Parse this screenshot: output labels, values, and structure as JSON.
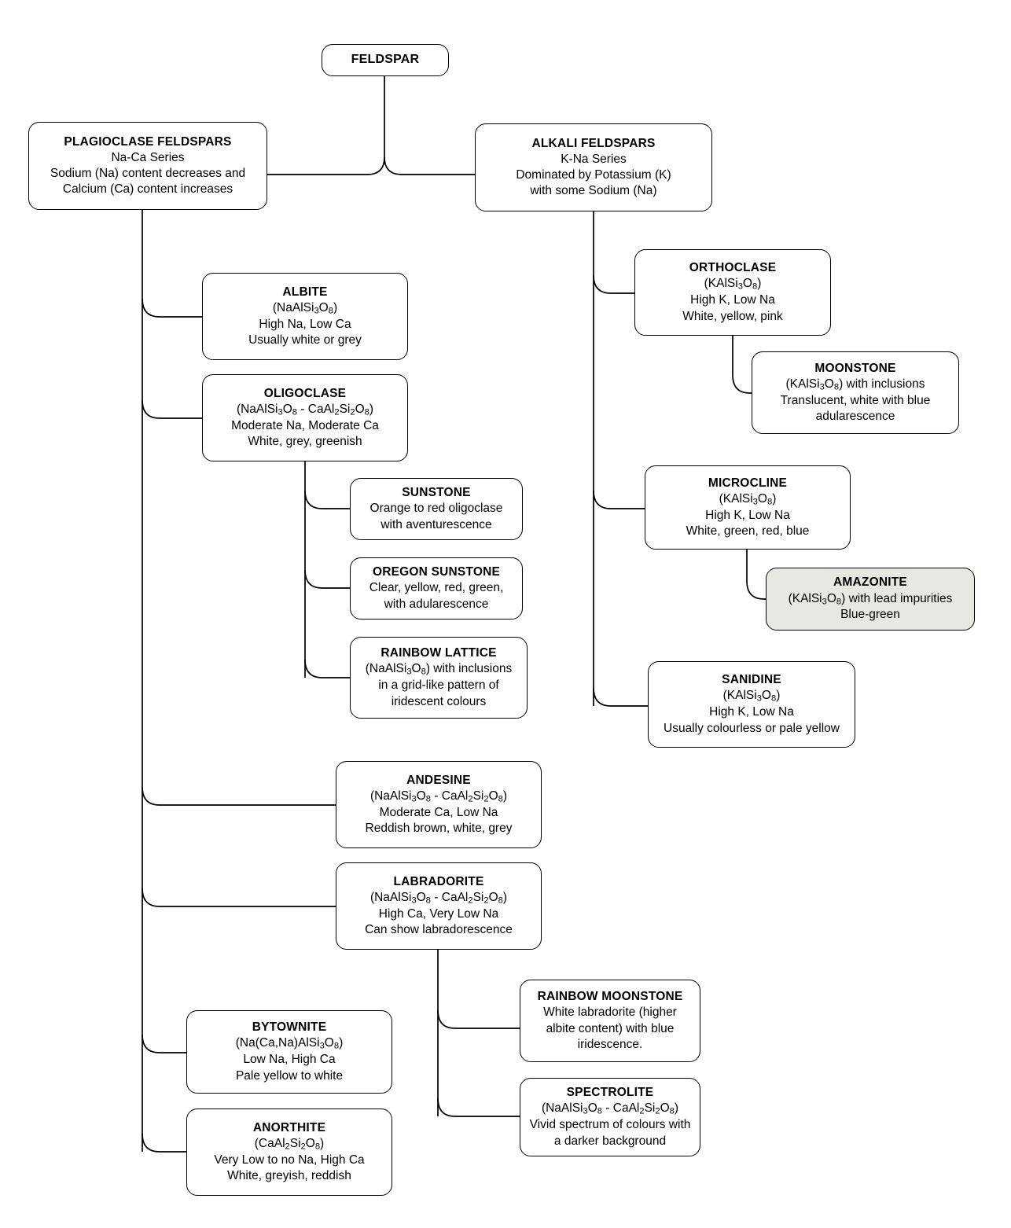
{
  "diagram": {
    "title": "Feldspar classification chart",
    "accent_shaded_fill": "#e9e7e1",
    "line_color": "#000000"
  },
  "nodes": {
    "feldspar": {
      "title": "FELDSPAR",
      "lines": []
    },
    "plagioclase": {
      "title": "PLAGIOCLASE FELDSPARS",
      "lines": [
        "Na-Ca Series",
        "Sodium (Na) content decreases and",
        "Calcium (Ca) content increases"
      ]
    },
    "alkali": {
      "title": "ALKALI FELDSPARS",
      "lines": [
        "K-Na Series",
        "Dominated by Potassium (K)",
        "with some Sodium (Na)"
      ]
    },
    "albite": {
      "title": "ALBITE",
      "formula": "(NaAlSi<sub>3</sub>O<sub>8</sub>)",
      "lines": [
        "High Na, Low Ca",
        "Usually white or grey"
      ]
    },
    "oligoclase": {
      "title": "OLIGOCLASE",
      "formula": "(NaAlSi<sub>3</sub>O<sub>8</sub> - CaAl<sub>2</sub>Si<sub>2</sub>O<sub>8</sub>)",
      "lines": [
        "Moderate Na, Moderate Ca",
        "White, grey, greenish"
      ]
    },
    "sunstone": {
      "title": "SUNSTONE",
      "lines": [
        "Orange to red oligoclase",
        "with aventurescence"
      ]
    },
    "oregon_sunstone": {
      "title": "OREGON SUNSTONE",
      "lines": [
        "Clear, yellow, red, green,",
        "with adularescence"
      ]
    },
    "rainbow_lattice": {
      "title": "RAINBOW LATTICE",
      "formula": "(NaAlSi<sub>3</sub>O<sub>8</sub>) with inclusions",
      "lines": [
        "in a grid-like pattern of",
        "iridescent colours"
      ]
    },
    "andesine": {
      "title": "ANDESINE",
      "formula": "(NaAlSi<sub>3</sub>O<sub>8</sub> - CaAl<sub>2</sub>Si<sub>2</sub>O<sub>8</sub>)",
      "lines": [
        "Moderate Ca, Low Na",
        "Reddish brown, white, grey"
      ]
    },
    "labradorite": {
      "title": "LABRADORITE",
      "formula": "(NaAlSi<sub>3</sub>O<sub>8</sub> - CaAl<sub>2</sub>Si<sub>2</sub>O<sub>8</sub>)",
      "lines": [
        "High Ca, Very Low Na",
        "Can show labradorescence"
      ]
    },
    "rainbow_moonstone": {
      "title": "RAINBOW MOONSTONE",
      "lines": [
        "White labradorite (higher",
        "albite content) with blue",
        "iridescence."
      ]
    },
    "spectrolite": {
      "title": "SPECTROLITE",
      "formula": "(NaAlSi<sub>3</sub>O<sub>8</sub> - CaAl<sub>2</sub>Si<sub>2</sub>O<sub>8</sub>)",
      "lines": [
        "Vivid spectrum of colours with",
        "a darker background"
      ]
    },
    "bytownite": {
      "title": "BYTOWNITE",
      "formula": "(Na(Ca,Na)AlSi<sub>3</sub>O<sub>8</sub>)",
      "lines": [
        "Low Na, High Ca",
        "Pale yellow to white"
      ]
    },
    "anorthite": {
      "title": "ANORTHITE",
      "formula": "(CaAl<sub>2</sub>Si<sub>2</sub>O<sub>8</sub>)",
      "lines": [
        "Very Low to no Na, High Ca",
        "White, greyish, reddish"
      ]
    },
    "orthoclase": {
      "title": "ORTHOCLASE",
      "formula": "(KAlSi<sub>3</sub>O<sub>8</sub>)",
      "lines": [
        "High K, Low Na",
        "White, yellow, pink"
      ]
    },
    "moonstone": {
      "title": "MOONSTONE",
      "formula": "(KAlSi<sub>3</sub>O<sub>8</sub>) with inclusions",
      "lines": [
        "Translucent, white with blue",
        "adularescence"
      ]
    },
    "microcline": {
      "title": "MICROCLINE",
      "formula": "(KAlSi<sub>3</sub>O<sub>8</sub>)",
      "lines": [
        "High K, Low Na",
        "White, green, red, blue"
      ]
    },
    "amazonite": {
      "title": "AMAZONITE",
      "formula": "(KAlSi<sub>3</sub>O<sub>8</sub>) with lead impurities",
      "lines": [
        "Blue-green"
      ]
    },
    "sanidine": {
      "title": "SANIDINE",
      "formula": "(KAlSi<sub>3</sub>O<sub>8</sub>)",
      "lines": [
        "High K, Low Na",
        "Usually colourless or pale yellow"
      ]
    }
  }
}
